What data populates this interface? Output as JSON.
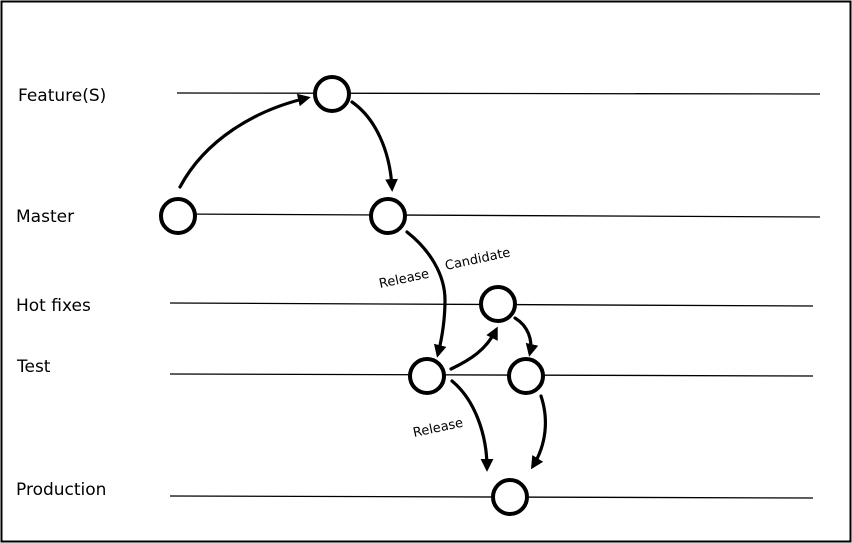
{
  "lanes": {
    "feature": "Feature(S)",
    "master": "Master",
    "hotfixes": "Hot fixes",
    "test": "Test",
    "production": "Production"
  },
  "edges": {
    "release_candidate_part1": "Release",
    "release_candidate_part2": "Candidate",
    "release": "Release"
  }
}
